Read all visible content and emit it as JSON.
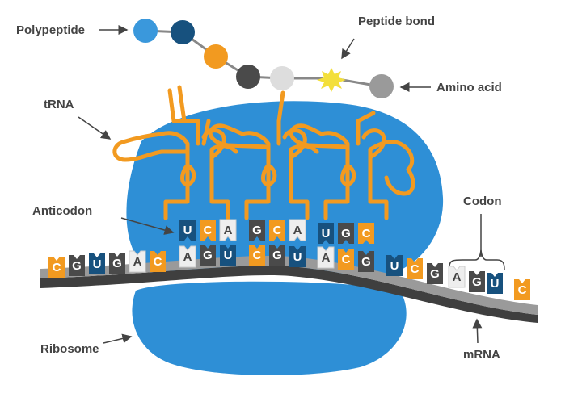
{
  "labels": {
    "polypeptide": "Polypeptide",
    "peptide_bond": "Peptide bond",
    "amino_acid": "Amino acid",
    "trna": "tRNA",
    "anticodon": "Anticodon",
    "codon": "Codon",
    "ribosome": "Ribosome",
    "mrna": "mRNA"
  },
  "colors": {
    "ribosome": "#2e8fd6",
    "mrna_top": "#9a9a9a",
    "mrna_bottom": "#3f3f3f",
    "trna": "#f29a20",
    "base_C": "#f29a20",
    "base_G": "#4a4a4a",
    "base_U": "#17517e",
    "base_A": "#eeeeee",
    "peptide_bond": "#f3df3a"
  },
  "polypeptide": {
    "chain_colors": [
      "#3a98dc",
      "#17517e",
      "#f29a20",
      "#4a4a4a",
      "#dddddd"
    ],
    "free_amino_acid_color": "#9a9a9a"
  },
  "mrna_sequence": [
    "C",
    "G",
    "U",
    "G",
    "A",
    "C",
    "A",
    "G",
    "U",
    "C",
    "G",
    "U",
    "A",
    "C",
    "G",
    "U",
    "C",
    "G",
    "A",
    "G",
    "U",
    "C"
  ],
  "anticodons": [
    [
      "U",
      "C",
      "A"
    ],
    [
      "G",
      "C",
      "A"
    ],
    [
      "U",
      "G",
      "C"
    ]
  ]
}
